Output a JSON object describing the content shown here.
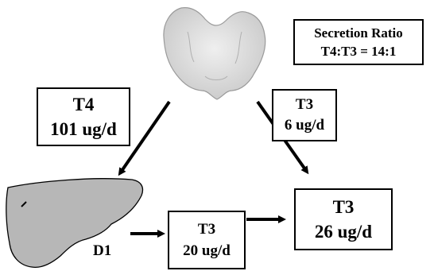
{
  "organs": {
    "thyroid": "thyroid-gland",
    "liver": "liver"
  },
  "secretion_ratio": {
    "title": "Secretion Ratio",
    "value": "T4:T3 = 14:1"
  },
  "t4_secretion": {
    "hormone": "T4",
    "amount": "101 ug/d"
  },
  "t3_secretion": {
    "hormone": "T3",
    "amount": "6 ug/d"
  },
  "t3_conversion": {
    "hormone": "T3",
    "amount": "20 ug/d"
  },
  "t3_total": {
    "hormone": "T3",
    "amount": "26 ug/d"
  },
  "enzyme_label": "D1",
  "colors": {
    "organ_fill": "#b7b7b7",
    "thyroid_fill": "#dcdcdc",
    "outline": "#000000"
  }
}
